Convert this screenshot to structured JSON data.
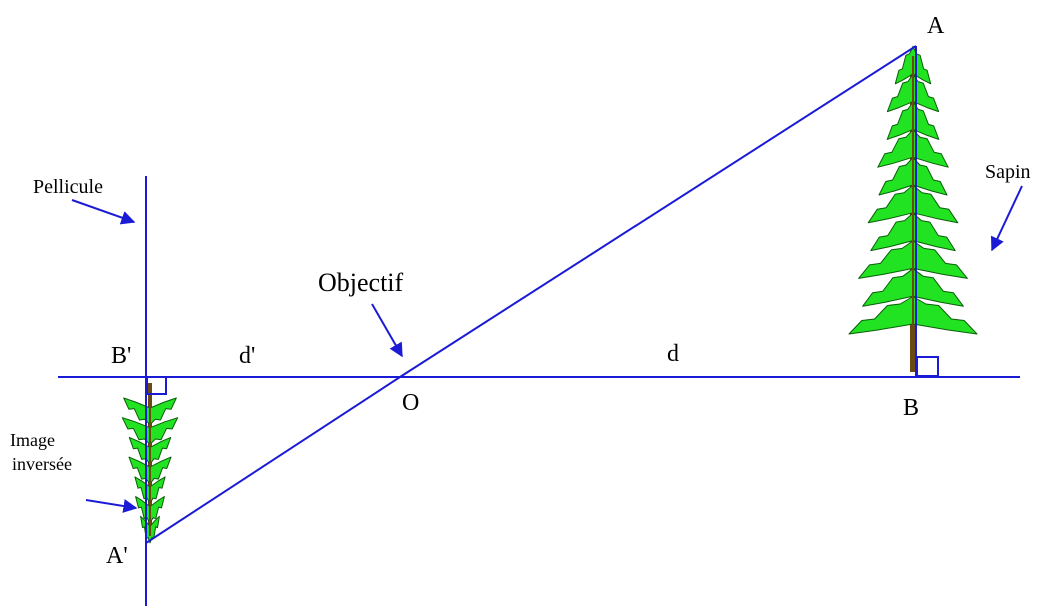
{
  "labels": {
    "point_A": "A",
    "point_B": "B",
    "point_A_prime": "A'",
    "point_B_prime": "B'",
    "point_O": "O",
    "dist_d": "d",
    "dist_d_prime": "d'",
    "objectif": "Objectif",
    "pellicule": "Pellicule",
    "sapin": "Sapin",
    "image_line1": "Image",
    "image_line2": "inversée"
  },
  "colors": {
    "line": "#1b1bd6",
    "foliage": "#22e322",
    "foliage_outline": "#0a5e0a",
    "trunk": "#6b4a12"
  }
}
